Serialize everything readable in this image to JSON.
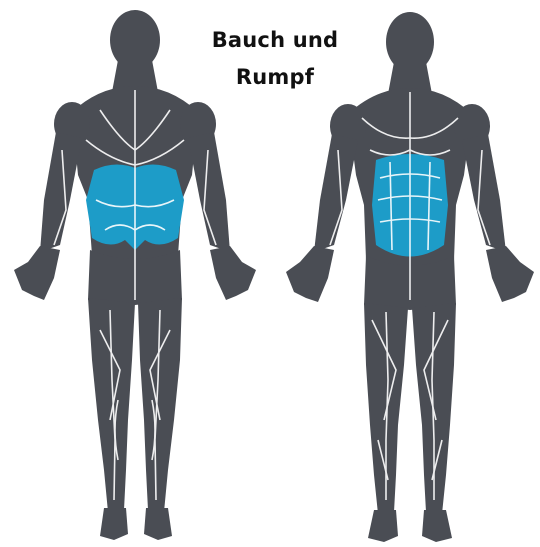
{
  "title": {
    "line1": "Bauch und",
    "line2": "Rumpf"
  },
  "figures": [
    {
      "view": "back",
      "highlight": "lower-back-muscles"
    },
    {
      "view": "front",
      "highlight": "abdominal-muscles"
    }
  ],
  "colors": {
    "body": "#4a4d54",
    "highlight": "#1d9cc8",
    "muscle_lines": "#ffffff",
    "background": "#ffffff",
    "text": "#111111"
  }
}
